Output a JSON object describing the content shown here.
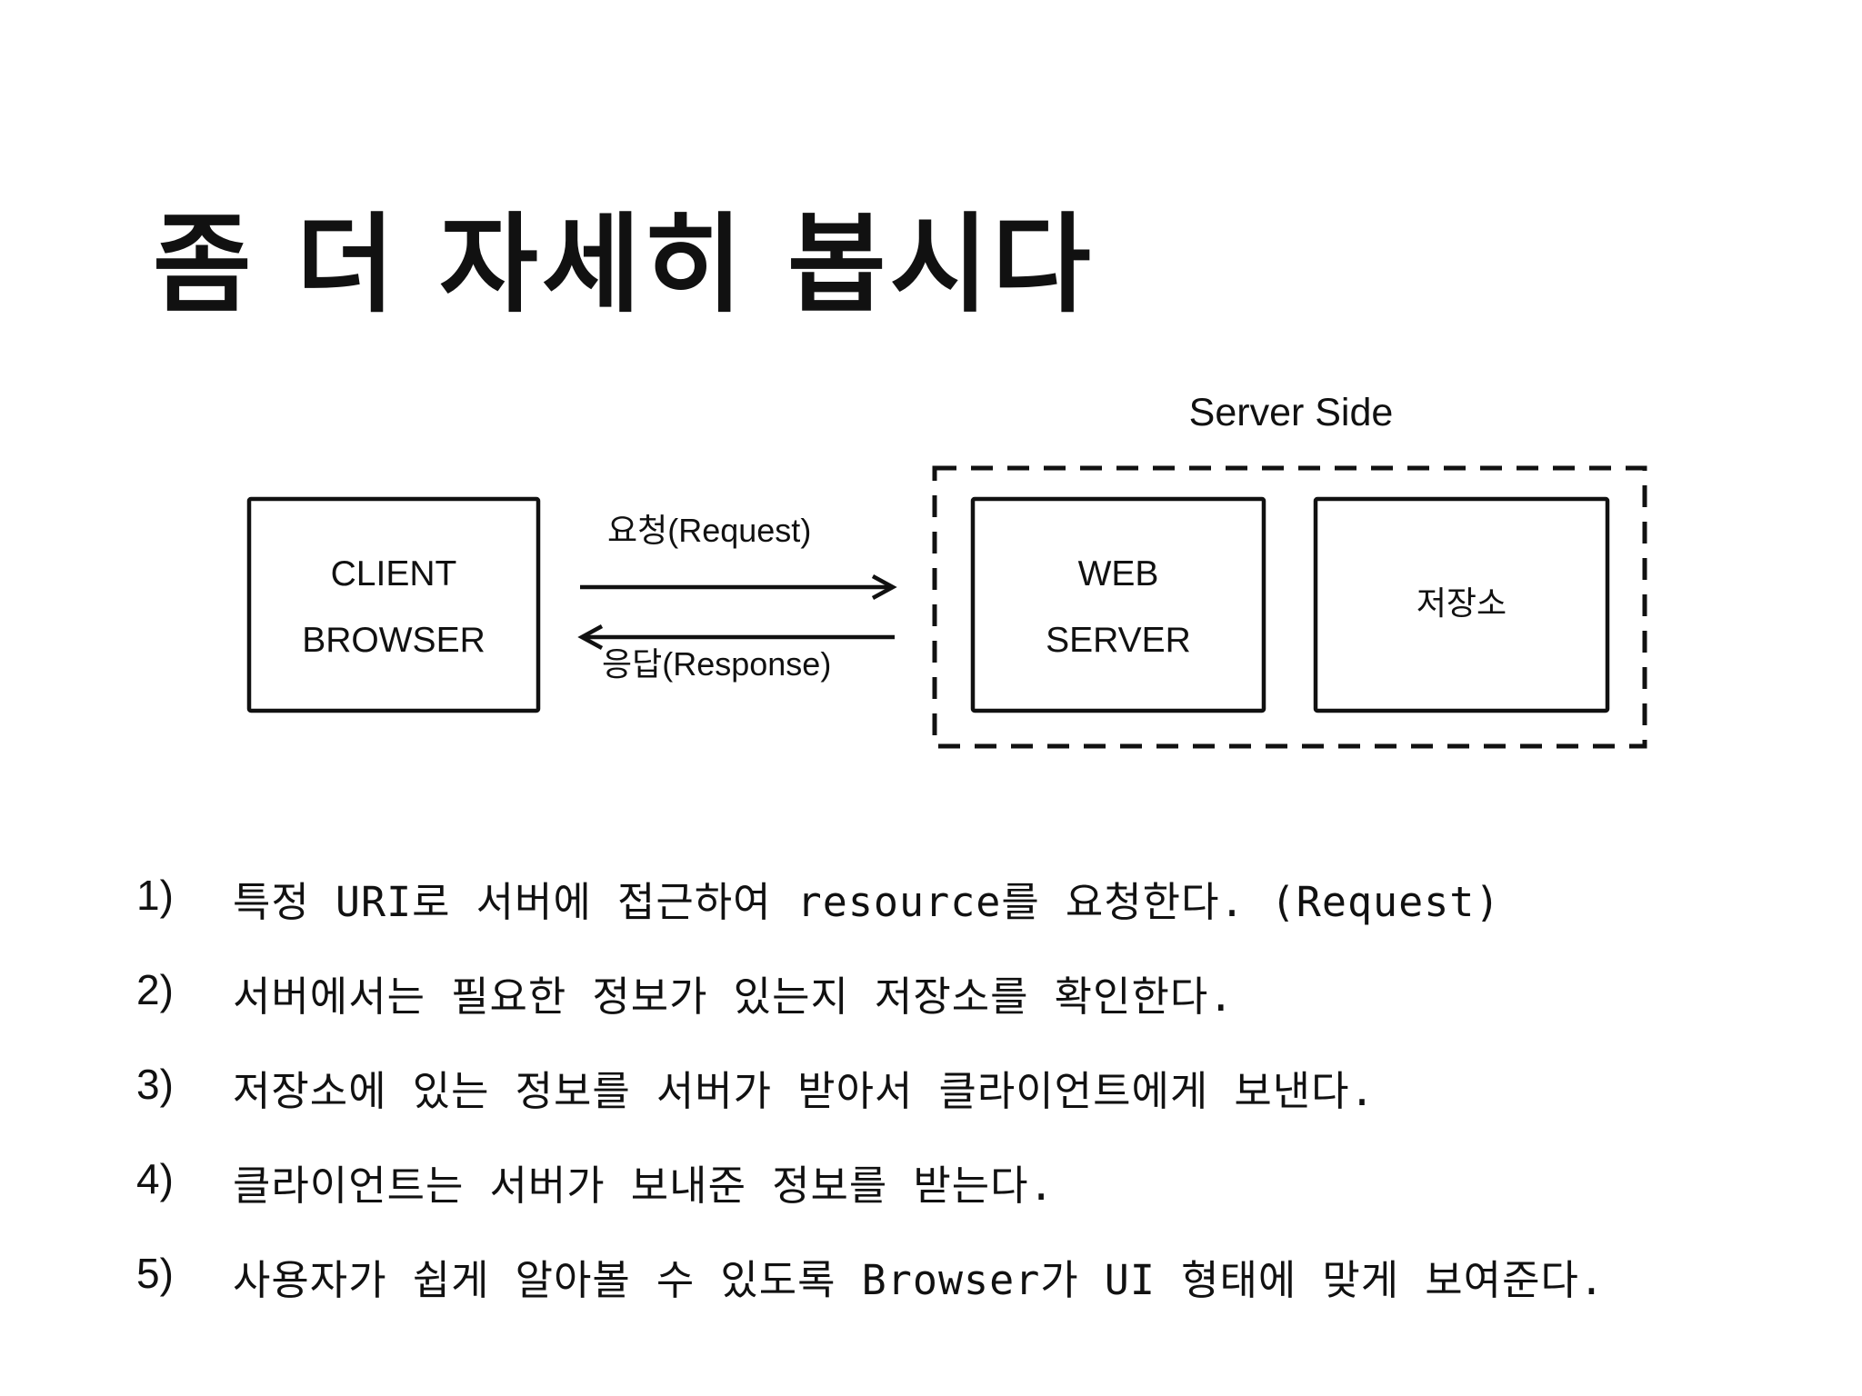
{
  "title": "좀 더 자세히 봅시다",
  "diagram": {
    "server_side_label": "Server Side",
    "client_box": {
      "line1": "CLIENT",
      "line2": "BROWSER"
    },
    "web_server_box": {
      "line1": "WEB",
      "line2": "SERVER"
    },
    "storage_box": {
      "label": "저장소"
    },
    "request_label": "요청(Request)",
    "response_label": "응답(Response)"
  },
  "steps": [
    {
      "num": "1)",
      "text": "특정 URI로 서버에 접근하여 resource를 요청한다. (Request)"
    },
    {
      "num": "2)",
      "text": "서버에서는 필요한 정보가 있는지 저장소를 확인한다."
    },
    {
      "num": "3)",
      "text": "저장소에 있는 정보를 서버가 받아서 클라이언트에게 보낸다."
    },
    {
      "num": "4)",
      "text": "클라이언트는 서버가 보내준 정보를 받는다."
    },
    {
      "num": "5)",
      "text": "사용자가 쉽게 알아볼 수 있도록 Browser가 UI 형태에 맞게 보여준다."
    }
  ]
}
